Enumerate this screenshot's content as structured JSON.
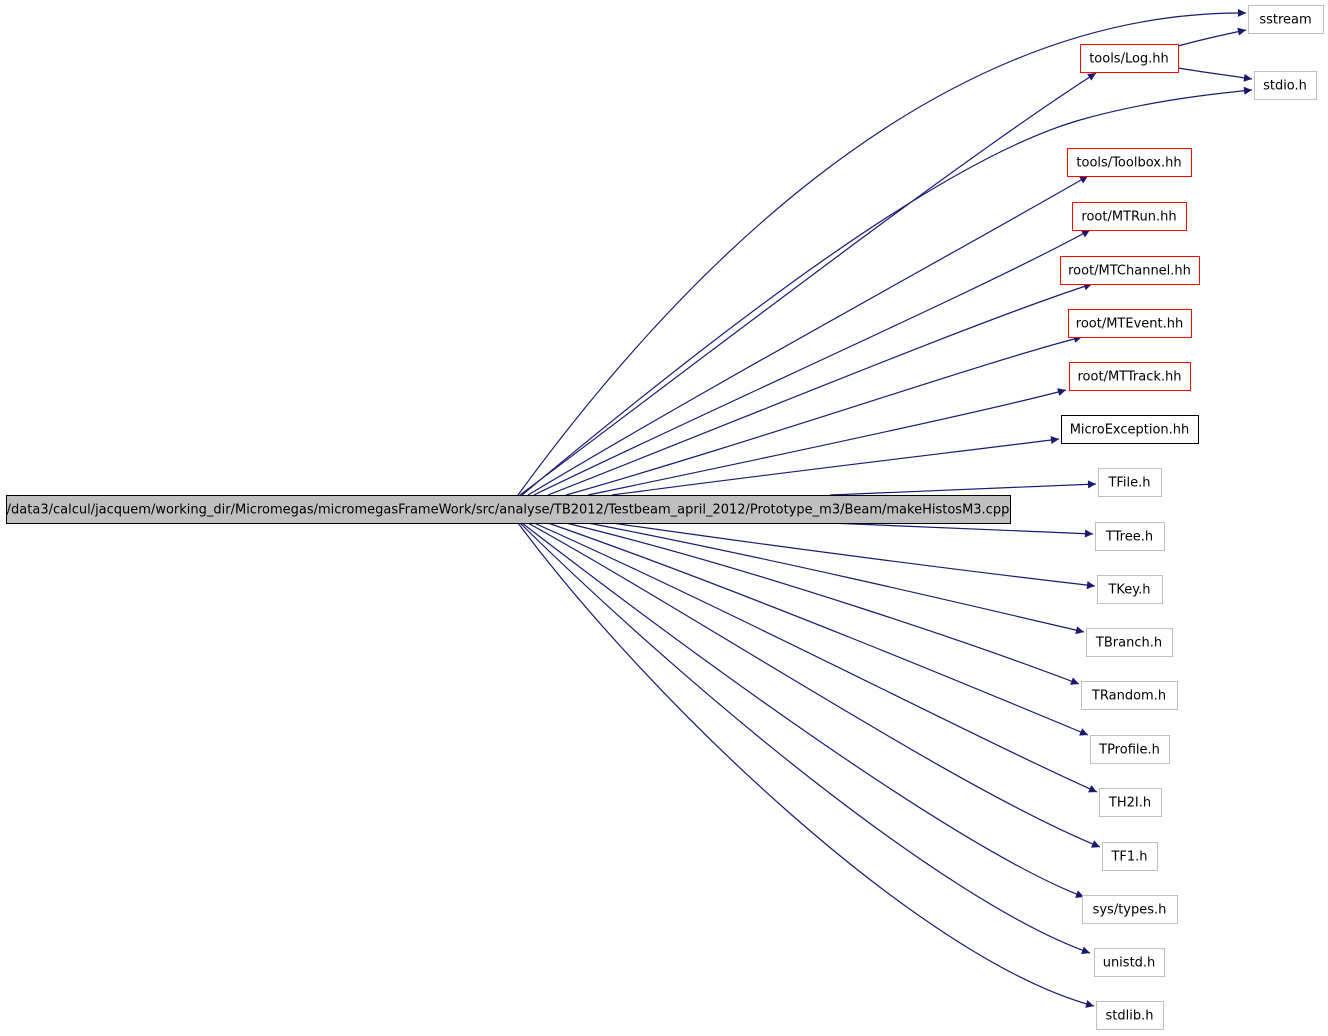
{
  "diagram": {
    "source": {
      "label": "/data3/calcul/jacquem/working_dir/Micromegas/micromegasFrameWork/src/analyse/TB2012/Testbeam_april_2012/Prototype_m3/Beam/makeHistosM3.cpp",
      "style": "root"
    },
    "includes": [
      {
        "id": "sstream",
        "label": "sstream",
        "style": "system"
      },
      {
        "id": "tools_log",
        "label": "tools/Log.hh",
        "style": "project-red"
      },
      {
        "id": "stdio",
        "label": "stdio.h",
        "style": "system"
      },
      {
        "id": "tools_toolbox",
        "label": "tools/Toolbox.hh",
        "style": "project-red"
      },
      {
        "id": "mtrun",
        "label": "root/MTRun.hh",
        "style": "project-red"
      },
      {
        "id": "mtchannel",
        "label": "root/MTChannel.hh",
        "style": "project-red"
      },
      {
        "id": "mtevent",
        "label": "root/MTEvent.hh",
        "style": "project-red"
      },
      {
        "id": "mttrack",
        "label": "root/MTTrack.hh",
        "style": "project-red"
      },
      {
        "id": "microexception",
        "label": "MicroException.hh",
        "style": "project-black"
      },
      {
        "id": "tfile",
        "label": "TFile.h",
        "style": "system"
      },
      {
        "id": "ttree",
        "label": "TTree.h",
        "style": "system"
      },
      {
        "id": "tkey",
        "label": "TKey.h",
        "style": "system"
      },
      {
        "id": "tbranch",
        "label": "TBranch.h",
        "style": "system"
      },
      {
        "id": "trandom",
        "label": "TRandom.h",
        "style": "system"
      },
      {
        "id": "tprofile",
        "label": "TProfile.h",
        "style": "system"
      },
      {
        "id": "th2i",
        "label": "TH2I.h",
        "style": "system"
      },
      {
        "id": "tf1",
        "label": "TF1.h",
        "style": "system"
      },
      {
        "id": "systypes",
        "label": "sys/types.h",
        "style": "system"
      },
      {
        "id": "unistd",
        "label": "unistd.h",
        "style": "system"
      },
      {
        "id": "stdlib",
        "label": "stdlib.h",
        "style": "system"
      }
    ],
    "edges": [
      {
        "from": "source",
        "to": "sstream"
      },
      {
        "from": "source",
        "to": "tools_log"
      },
      {
        "from": "source",
        "to": "stdio"
      },
      {
        "from": "source",
        "to": "tools_toolbox"
      },
      {
        "from": "source",
        "to": "mtrun"
      },
      {
        "from": "source",
        "to": "mtchannel"
      },
      {
        "from": "source",
        "to": "mtevent"
      },
      {
        "from": "source",
        "to": "mttrack"
      },
      {
        "from": "source",
        "to": "microexception"
      },
      {
        "from": "source",
        "to": "tfile"
      },
      {
        "from": "source",
        "to": "ttree"
      },
      {
        "from": "source",
        "to": "tkey"
      },
      {
        "from": "source",
        "to": "tbranch"
      },
      {
        "from": "source",
        "to": "trandom"
      },
      {
        "from": "source",
        "to": "tprofile"
      },
      {
        "from": "source",
        "to": "th2i"
      },
      {
        "from": "source",
        "to": "tf1"
      },
      {
        "from": "source",
        "to": "systypes"
      },
      {
        "from": "source",
        "to": "unistd"
      },
      {
        "from": "source",
        "to": "stdlib"
      },
      {
        "from": "tools_log",
        "to": "sstream"
      },
      {
        "from": "tools_log",
        "to": "stdio"
      }
    ],
    "colors": {
      "edge": "#191970",
      "root_fill": "#bfbfbf",
      "root_border": "#000000",
      "project_red_border": "#ff0000",
      "project_black_border": "#000000",
      "system_border": "#bfbfbf",
      "node_fill": "#ffffff"
    }
  }
}
